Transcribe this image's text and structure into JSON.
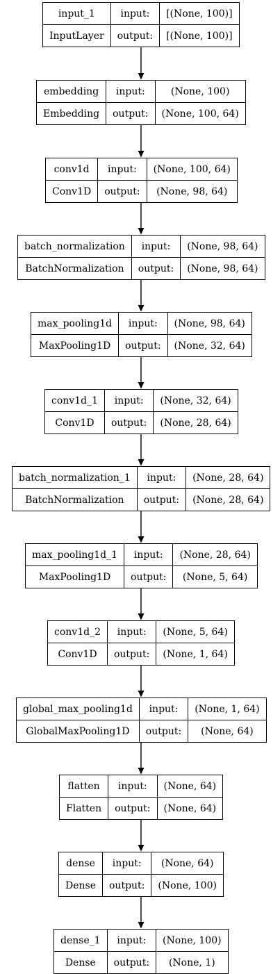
{
  "layers": [
    {
      "name": "input_1",
      "type": "InputLayer",
      "input_label": "input:",
      "output_label": "output:",
      "input_shape": "[(None, 100)]",
      "output_shape": "[(None, 100)]"
    },
    {
      "name": "embedding",
      "type": "Embedding",
      "input_label": "input:",
      "output_label": "output:",
      "input_shape": "(None, 100)",
      "output_shape": "(None, 100, 64)"
    },
    {
      "name": "conv1d",
      "type": "Conv1D",
      "input_label": "input:",
      "output_label": "output:",
      "input_shape": "(None, 100, 64)",
      "output_shape": "(None, 98, 64)"
    },
    {
      "name": "batch_normalization",
      "type": "BatchNormalization",
      "input_label": "input:",
      "output_label": "output:",
      "input_shape": "(None, 98, 64)",
      "output_shape": "(None, 98, 64)"
    },
    {
      "name": "max_pooling1d",
      "type": "MaxPooling1D",
      "input_label": "input:",
      "output_label": "output:",
      "input_shape": "(None, 98, 64)",
      "output_shape": "(None, 32, 64)"
    },
    {
      "name": "conv1d_1",
      "type": "Conv1D",
      "input_label": "input:",
      "output_label": "output:",
      "input_shape": "(None, 32, 64)",
      "output_shape": "(None, 28, 64)"
    },
    {
      "name": "batch_normalization_1",
      "type": "BatchNormalization",
      "input_label": "input:",
      "output_label": "output:",
      "input_shape": "(None, 28, 64)",
      "output_shape": "(None, 28, 64)"
    },
    {
      "name": "max_pooling1d_1",
      "type": "MaxPooling1D",
      "input_label": "input:",
      "output_label": "output:",
      "input_shape": "(None, 28, 64)",
      "output_shape": "(None, 5, 64)"
    },
    {
      "name": "conv1d_2",
      "type": "Conv1D",
      "input_label": "input:",
      "output_label": "output:",
      "input_shape": "(None, 5, 64)",
      "output_shape": "(None, 1, 64)"
    },
    {
      "name": "global_max_pooling1d",
      "type": "GlobalMaxPooling1D",
      "input_label": "input:",
      "output_label": "output:",
      "input_shape": "(None, 1, 64)",
      "output_shape": "(None, 64)"
    },
    {
      "name": "flatten",
      "type": "Flatten",
      "input_label": "input:",
      "output_label": "output:",
      "input_shape": "(None, 64)",
      "output_shape": "(None, 64)"
    },
    {
      "name": "dense",
      "type": "Dense",
      "input_label": "input:",
      "output_label": "output:",
      "input_shape": "(None, 64)",
      "output_shape": "(None, 100)"
    },
    {
      "name": "dense_1",
      "type": "Dense",
      "input_label": "input:",
      "output_label": "output:",
      "input_shape": "(None, 100)",
      "output_shape": "(None, 1)"
    }
  ]
}
